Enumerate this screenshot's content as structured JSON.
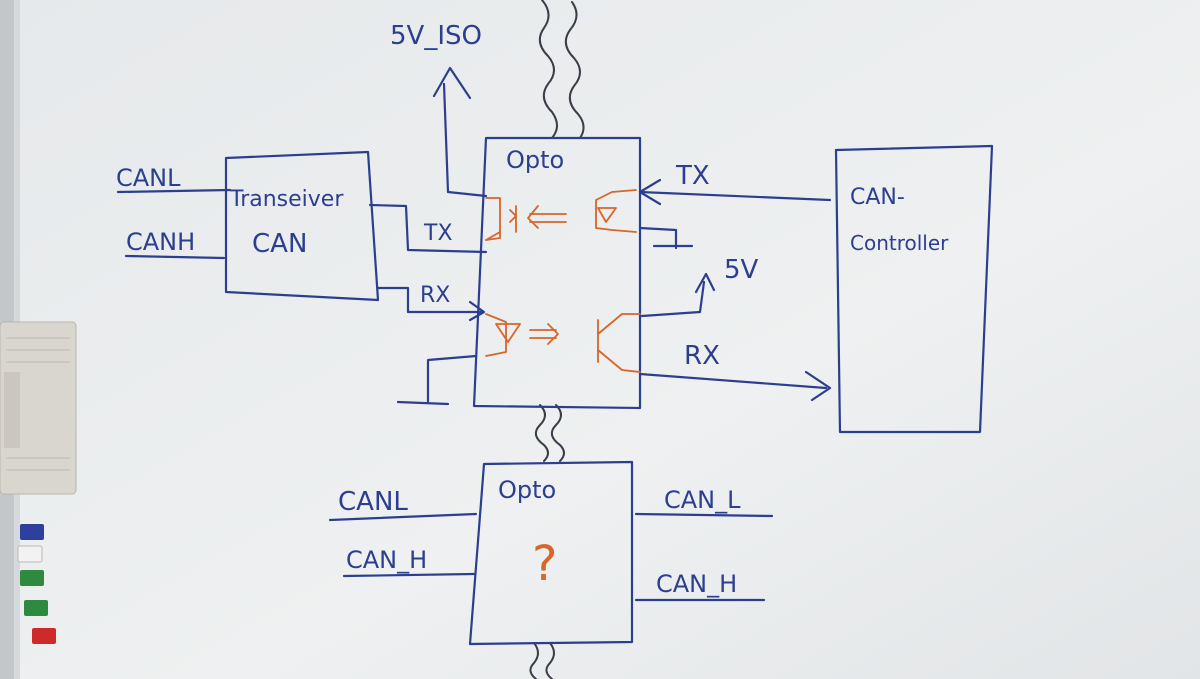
{
  "labels": {
    "supply_iso": "5V_ISO",
    "opto_top": "Opto",
    "opto_bottom": "Opto",
    "canl_left": "CANL",
    "canh_left": "CANH",
    "transceiver_line1": "Transeiver",
    "transceiver_line2": "CAN",
    "tx_left": "TX",
    "rx_left": "RX",
    "tx_right": "TX",
    "rx_right": "RX",
    "five_v": "5V",
    "controller_line1": "CAN-",
    "controller_line2": "Controller",
    "canl_bottom_left": "CANL",
    "canh_bottom_left": "CAN_H",
    "canl_bottom_right": "CAN_L",
    "canh_bottom_right": "CAN_H",
    "question": "?"
  },
  "colors": {
    "board": "#e9ecee",
    "ink_blue": "#2c3f8f",
    "ink_orange": "#d8652a",
    "ink_black": "#3a3d46"
  }
}
